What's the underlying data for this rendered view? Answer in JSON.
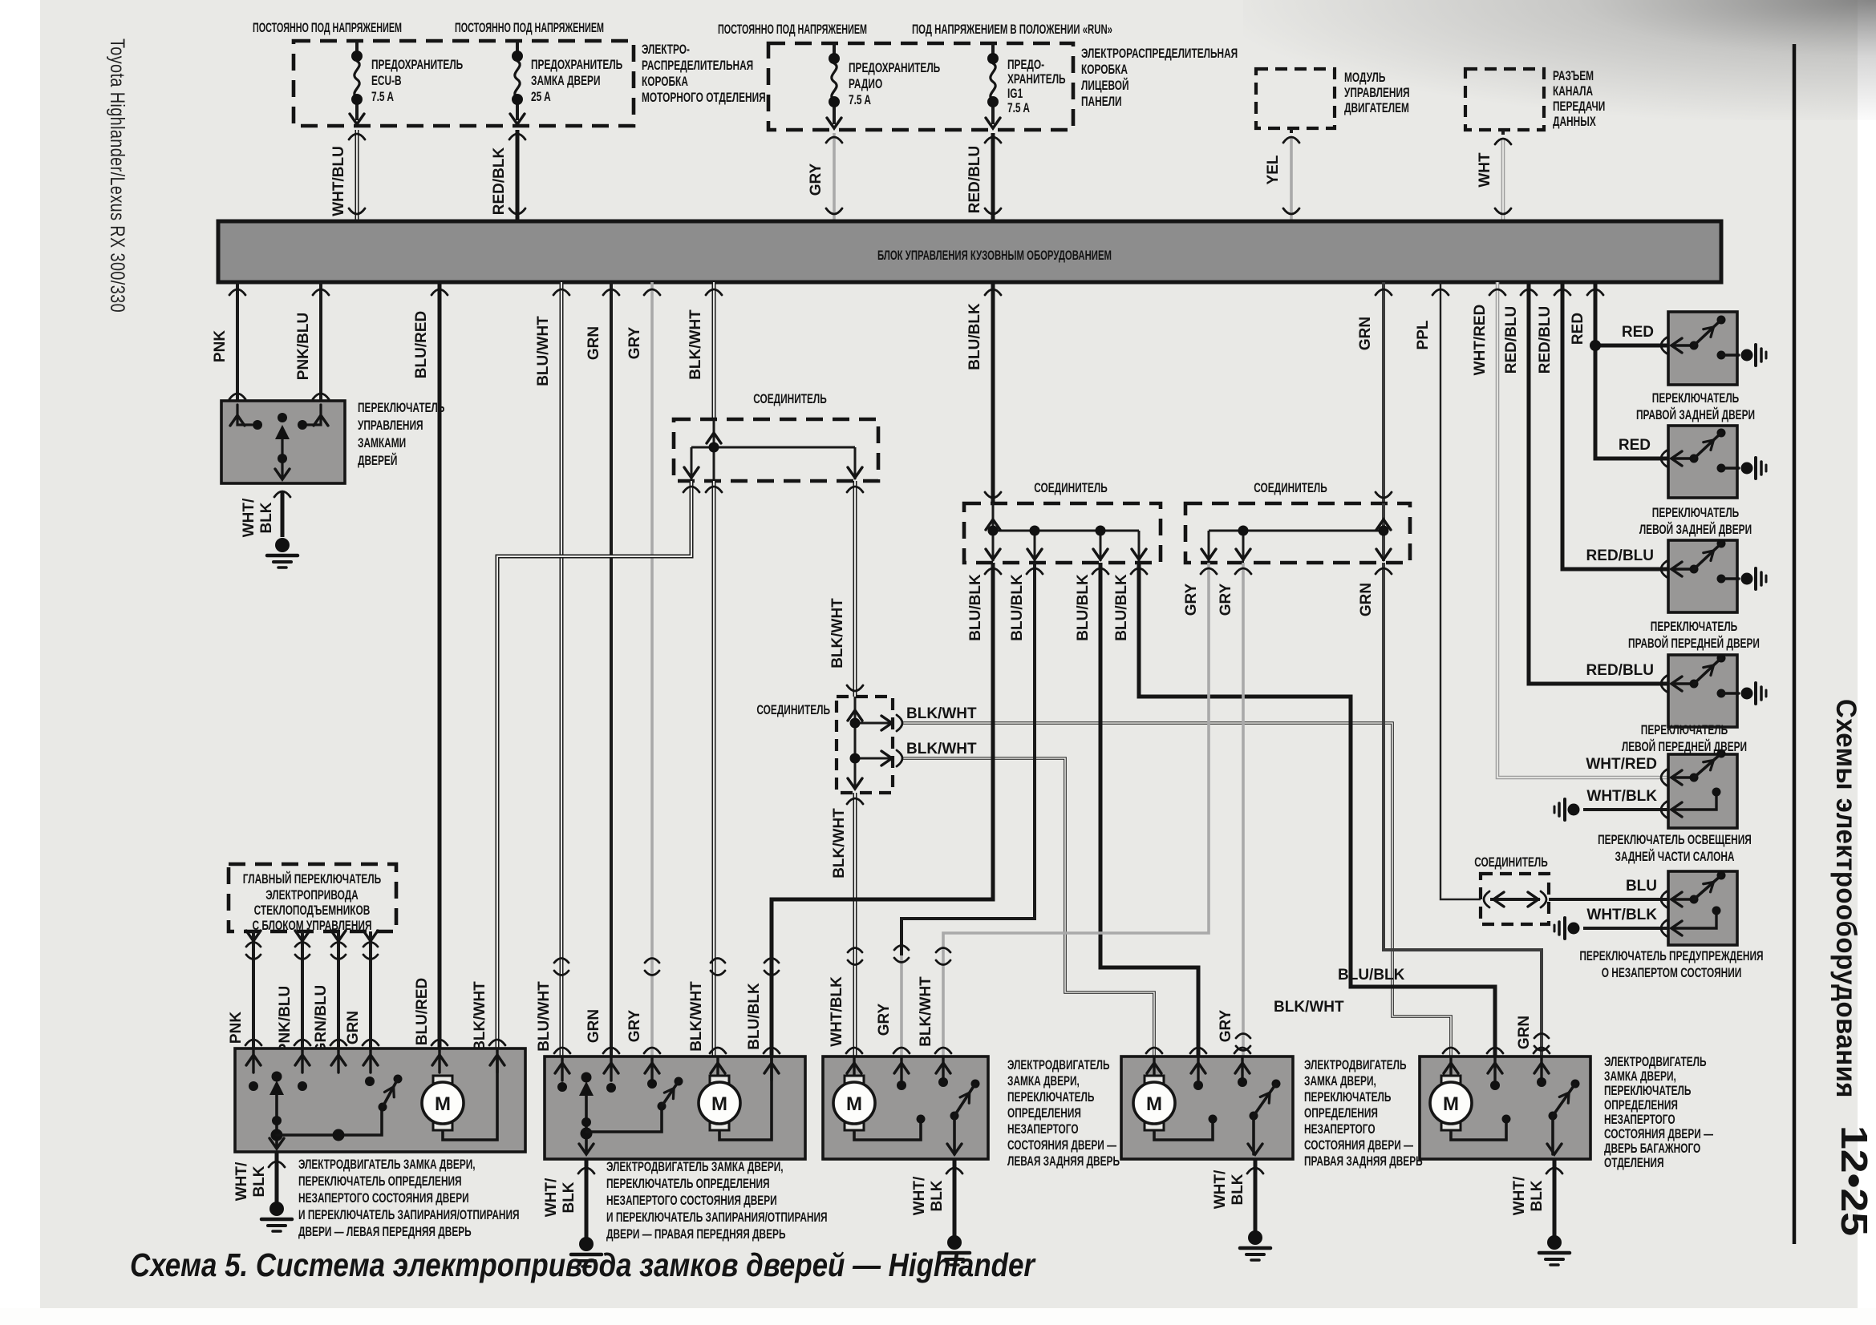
{
  "page": {
    "side_label_left": "Toyota Highlander/Lexus RX 300/330",
    "side_label_right": "Схемы электрооборудования",
    "page_number": "12•25",
    "caption": "Схема 5. Система электропривода замков дверей — Highlander"
  },
  "power_labels": [
    "ПОСТОЯННО ПОД НАПРЯЖЕНИЕМ",
    "ПОСТОЯННО ПОД НАПРЯЖЕНИЕМ",
    "ПОСТОЯННО ПОД НАПРЯЖЕНИЕМ",
    "ПОД НАПРЯЖЕНИЕМ В ПОЛОЖЕНИИ «RUN»"
  ],
  "fuses": {
    "fuse1": [
      "ПРЕДОХРАНИТЕЛЬ",
      "ECU-B",
      "7.5 A"
    ],
    "fuse2": [
      "ПРЕДОХРАНИТЕЛЬ",
      "ЗАМКА ДВЕРИ",
      "25 A"
    ],
    "fuse3": [
      "ПРЕДОХРАНИТЕЛЬ",
      "РАДИО",
      "7.5 A"
    ],
    "fuse4": [
      "ПРЕДО-",
      "ХРАНИТЕЛЬ",
      "IG1",
      "7.5 A"
    ],
    "engine_box": [
      "ЭЛЕКТРО-",
      "РАСПРЕДЕЛИТЕЛЬНАЯ",
      "КОРОБКА",
      "МОТОРНОГО ОТДЕЛЕНИЯ"
    ],
    "panel_box": [
      "ЭЛЕКТРОРАСПРЕДЕЛИТЕЛЬНАЯ",
      "КОРОБКА",
      "ЛИЦЕВОЙ",
      "ПАНЕЛИ"
    ],
    "ecm": [
      "МОДУЛЬ",
      "УПРАВЛЕНИЯ",
      "ДВИГАТЕЛЕМ"
    ],
    "dlc": [
      "РАЗЪЕМ",
      "КАНАЛА",
      "ПЕРЕДАЧИ",
      "ДАННЫХ"
    ]
  },
  "bus_label": "БЛОК УПРАВЛЕНИЯ КУЗОВНЫМ ОБОРУДОВАНИЕМ",
  "connector_label": "СОЕДИНИТЕЛЬ",
  "wires": {
    "top": [
      "WHT/BLU",
      "RED/BLK",
      "GRY",
      "RED/BLU",
      "YEL",
      "WHT"
    ],
    "bus_bottom": [
      "PNK",
      "PNK/BLU",
      "BLU/RED",
      "BLU/WHT",
      "GRN",
      "GRY",
      "BLK/WHT",
      "BLU/BLK",
      "GRN",
      "PPL",
      "WHT/RED",
      "RED/BLU",
      "RED/BLU",
      "RED"
    ],
    "conn1_out": [
      "BLU/BLK",
      "BLU/BLK",
      "BLU/BLK",
      "BLU/BLK"
    ],
    "conn2_out": [
      "GRY",
      "GRY",
      "GRN"
    ],
    "conn3_label": "BLK/WHT",
    "conn3_below": "BLK/WHT",
    "conn3_branches": [
      "BLK/WHT",
      "BLK/WHT"
    ],
    "motor1": [
      "PNK",
      "PNK/BLU",
      "GRN/BLU",
      "GRN",
      "BLU/RED",
      "BLK/WHT"
    ],
    "motor2": [
      "BLU/WHT",
      "GRN",
      "GRY",
      "BLK/WHT",
      "BLU/BLK"
    ],
    "motor3": [
      "WHT/BLK",
      "GRY",
      "BLK/WHT"
    ],
    "motor4": [
      "GRY"
    ],
    "motor5_grn": "GRN",
    "motor5_blu_blk": "BLU/BLK",
    "motor5_blk_wht": "BLK/WHT",
    "ground_label": [
      "WHT/",
      "BLK"
    ],
    "sw_feed": [
      "RED",
      "RED",
      "RED/BLU",
      "RED/BLU",
      "WHT/RED",
      "WHT/BLK",
      "BLU",
      "WHT/BLK"
    ]
  },
  "components": {
    "door_lock_switch": [
      "ПЕРЕКЛЮЧАТЕЛЬ",
      "УПРАВЛЕНИЯ",
      "ЗАМКАМИ",
      "ДВЕРЕЙ"
    ],
    "window_master": [
      "ГЛАВНЫЙ ПЕРЕКЛЮЧАТЕЛЬ",
      "ЭЛЕКТРОПРИВОДА",
      "СТЕКЛОПОДЪЕМНИКОВ",
      "С БЛОКОМ УПРАВЛЕНИЯ"
    ],
    "sw1": [
      "ПЕРЕКЛЮЧАТЕЛЬ",
      "ПРАВОЙ ЗАДНЕЙ ДВЕРИ"
    ],
    "sw2": [
      "ПЕРЕКЛЮЧАТЕЛЬ",
      "ЛЕВОЙ ЗАДНЕЙ ДВЕРИ"
    ],
    "sw3": [
      "ПЕРЕКЛЮЧАТЕЛЬ",
      "ПРАВОЙ ПЕРЕДНЕЙ ДВЕРИ"
    ],
    "sw4": [
      "ПЕРЕКЛЮЧАТЕЛЬ",
      "ЛЕВОЙ ПЕРЕДНЕЙ ДВЕРИ"
    ],
    "sw5": [
      "ПЕРЕКЛЮЧАТЕЛЬ ОСВЕЩЕНИЯ",
      "ЗАДНЕЙ ЧАСТИ САЛОНА"
    ],
    "sw6": [
      "ПЕРЕКЛЮЧАТЕЛЬ ПРЕДУПРЕЖДЕНИЯ",
      "О НЕЗАПЕРТОМ СОСТОЯНИИ"
    ],
    "motor1": [
      "ЭЛЕКТРОДВИГАТЕЛЬ ЗАМКА ДВЕРИ,",
      "ПЕРЕКЛЮЧАТЕЛЬ ОПРЕДЕЛЕНИЯ",
      "НЕЗАПЕРТОГО СОСТОЯНИЯ ДВЕРИ",
      "И ПЕРЕКЛЮЧАТЕЛЬ ЗАПИРАНИЯ/ОТПИРАНИЯ",
      "ДВЕРИ — ЛЕВАЯ ПЕРЕДНЯЯ ДВЕРЬ"
    ],
    "motor2": [
      "ЭЛЕКТРОДВИГАТЕЛЬ ЗАМКА ДВЕРИ,",
      "ПЕРЕКЛЮЧАТЕЛЬ ОПРЕДЕЛЕНИЯ",
      "НЕЗАПЕРТОГО СОСТОЯНИЯ ДВЕРИ",
      "И ПЕРЕКЛЮЧАТЕЛЬ ЗАПИРАНИЯ/ОТПИРАНИЯ",
      "ДВЕРИ — ПРАВАЯ ПЕРЕДНЯЯ ДВЕРЬ"
    ],
    "motor3": [
      "ЭЛЕКТРОДВИГАТЕЛЬ",
      "ЗАМКА ДВЕРИ,",
      "ПЕРЕКЛЮЧАТЕЛЬ",
      "ОПРЕДЕЛЕНИЯ",
      "НЕЗАПЕРТОГО",
      "СОСТОЯНИЯ ДВЕРИ —",
      "ЛЕВАЯ ЗАДНЯЯ ДВЕРЬ"
    ],
    "motor4": [
      "ЭЛЕКТРОДВИГАТЕЛЬ",
      "ЗАМКА ДВЕРИ,",
      "ПЕРЕКЛЮЧАТЕЛЬ",
      "ОПРЕДЕЛЕНИЯ",
      "НЕЗАПЕРТОГО",
      "СОСТОЯНИЯ ДВЕРИ —",
      "ПРАВАЯ ЗАДНЯЯ ДВЕРЬ"
    ],
    "motor5": [
      "ЭЛЕКТРОДВИГАТЕЛЬ",
      "ЗАМКА ДВЕРИ,",
      "ПЕРЕКЛЮЧАТЕЛЬ",
      "ОПРЕДЕЛЕНИЯ",
      "НЕЗАПЕРТОГО",
      "СОСТОЯНИЯ ДВЕРИ —",
      "ДВЕРЬ БАГАЖНОГО",
      "ОТДЕЛЕНИЯ"
    ]
  },
  "motor_symbol": "M",
  "colors": {
    "page_bg": "#e9e9e6",
    "box_fill": "#989796",
    "bus_fill": "#8d8d8d",
    "line": "#1a1a1a",
    "gray_wire": "#a9a9a9"
  }
}
